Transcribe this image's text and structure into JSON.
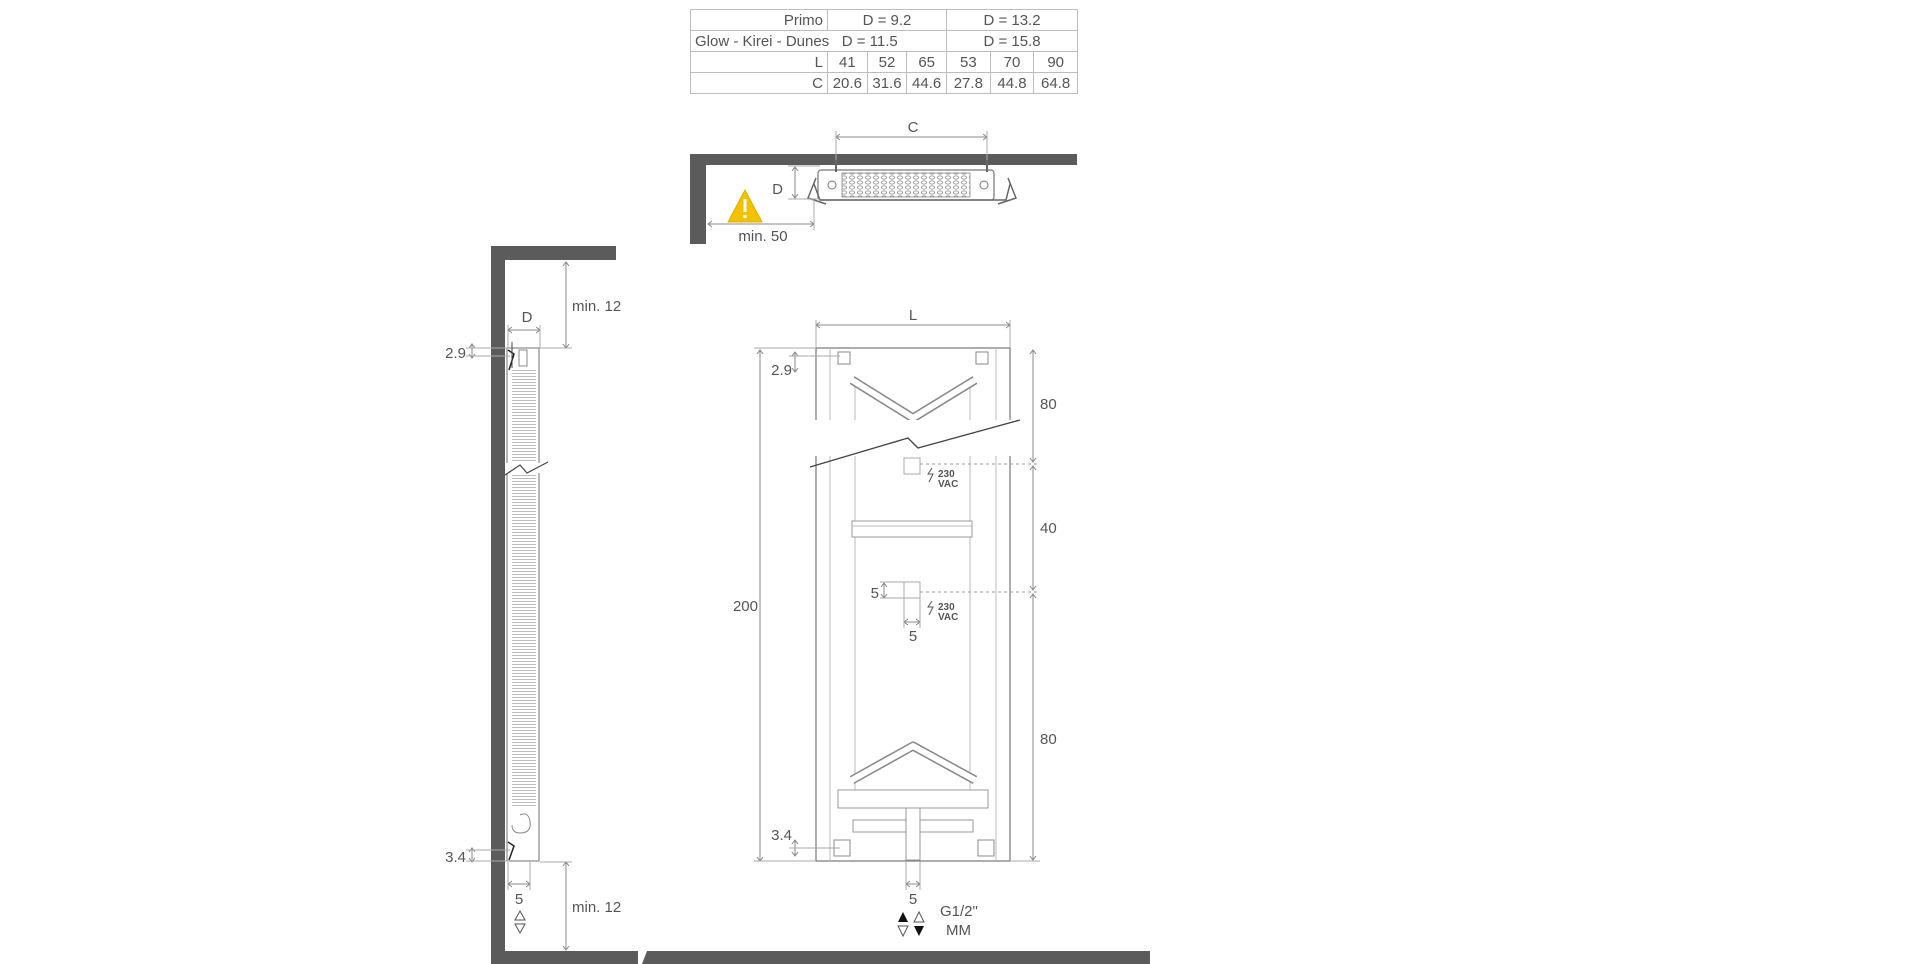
{
  "table": {
    "rows": [
      {
        "label": "Primo",
        "group1": "D = 9.2",
        "group2": "D = 13.2"
      },
      {
        "label": "Glow - Kirei - Dunes",
        "group1": "D = 11.5",
        "group2": "D = 15.8"
      }
    ],
    "L": {
      "label": "L",
      "values": [
        "41",
        "52",
        "65",
        "53",
        "70",
        "90"
      ]
    },
    "C": {
      "label": "C",
      "values": [
        "20.6",
        "31.6",
        "44.6",
        "27.8",
        "44.8",
        "64.8"
      ]
    }
  },
  "top_view": {
    "dim_c": "C",
    "dim_d": "D",
    "clearance": "min. 50",
    "warning_icon": "warning-triangle-icon"
  },
  "side_view": {
    "dim_d": "D",
    "top_clearance": "min. 12",
    "bottom_clearance": "min. 12",
    "top_offset": "2.9",
    "bottom_offset": "3.4",
    "pipe_offset": "5"
  },
  "front_view": {
    "dim_l": "L",
    "height": "200",
    "top_offset": "2.9",
    "bottom_offset": "3.4",
    "seg_top": "80",
    "seg_mid": "40",
    "seg_bottom": "80",
    "power_label_1a": "230",
    "power_label_1b": "VAC",
    "power_label_2a": "230",
    "power_label_2b": "VAC",
    "box_offset_v": "5",
    "box_offset_h": "5",
    "valve_offset": "5",
    "connection": "G1/2\"",
    "connection_unit": "MM"
  },
  "colors": {
    "wall": "#5b5b5b",
    "line": "#888888",
    "text": "#555555",
    "warning": "#f2c200"
  }
}
